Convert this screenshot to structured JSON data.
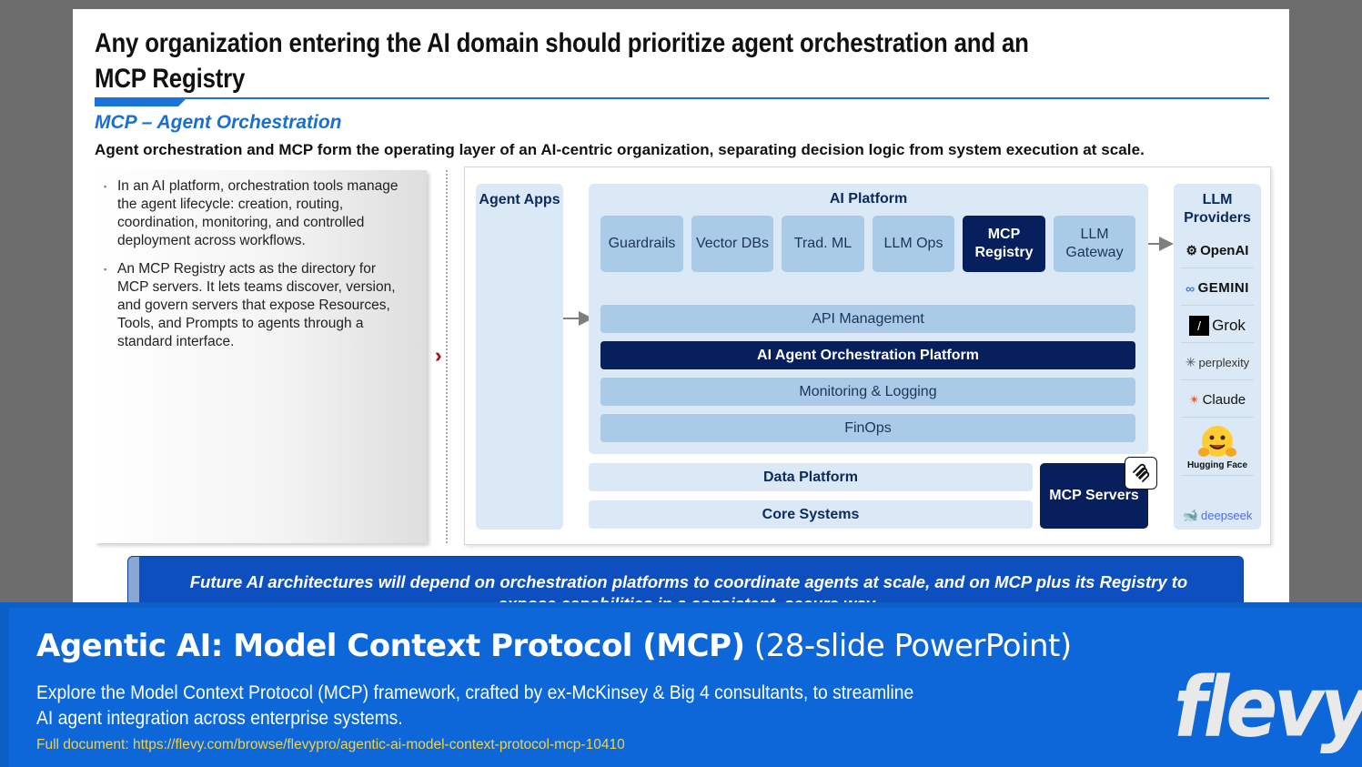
{
  "slide": {
    "title": "Any organization entering the AI domain should prioritize agent orchestration and an MCP Registry",
    "subtitle": "MCP – Agent Orchestration",
    "lead": "Agent orchestration and MCP form the operating layer of an AI-centric organization, separating decision logic from system execution at scale.",
    "bullets": [
      "In an AI platform, orchestration tools manage the agent lifecycle: creation, routing, coordination, monitoring, and controlled deployment across workflows.",
      "An MCP Registry acts as the directory for MCP servers. It lets teams discover, version, and govern servers that expose Resources, Tools, and Prompts to agents through a standard interface."
    ],
    "banner": "Future AI architectures will depend on orchestration platforms to coordinate agents at scale, and on MCP plus its Registry to expose capabilities in a consistent, secure way."
  },
  "diagram": {
    "agent_apps": "Agent Apps",
    "ai_platform": "AI Platform",
    "components": [
      "Guardrails",
      "Vector DBs",
      "Trad. ML",
      "LLM Ops",
      "MCP Registry",
      "LLM Gateway"
    ],
    "api_management": "API Management",
    "orchestration": "AI Agent Orchestration Platform",
    "monitoring": "Monitoring & Logging",
    "finops": "FinOps",
    "data_platform": "Data Platform",
    "core_systems": "Core Systems",
    "mcp_servers": "MCP Servers",
    "llm_providers": "LLM Providers",
    "providers": [
      "OpenAI",
      "GEMINI",
      "Grok",
      "perplexity",
      "Claude",
      "Hugging Face",
      "deepseek"
    ],
    "provider_icons": [
      "openai-icon",
      "gemini-icon",
      "grok-icon",
      "perplexity-icon",
      "claude-icon",
      "hugging-face-icon",
      "deepseek-icon"
    ]
  },
  "footer": {
    "title_bold": "Agentic AI: Model Context Protocol (MCP)",
    "title_light": "(28-slide PowerPoint)",
    "description": "Explore the Model Context Protocol (MCP) framework, crafted by ex-McKinsey & Big 4 consultants, to streamline AI agent integration across enterprise systems.",
    "link": "Full document: https://flevy.com/browse/flevypro/agentic-ai-model-context-protocol-mcp-10410",
    "logo": "flevy"
  },
  "colors": {
    "accent_blue": "#1a73d9",
    "navy": "#071f5c",
    "light_box": "#aacbe8",
    "pale_panel": "#dbe8f5",
    "footer_blue": "#0d67d8",
    "link_yellow": "#f1d24a",
    "chevron_red": "#b01020"
  }
}
